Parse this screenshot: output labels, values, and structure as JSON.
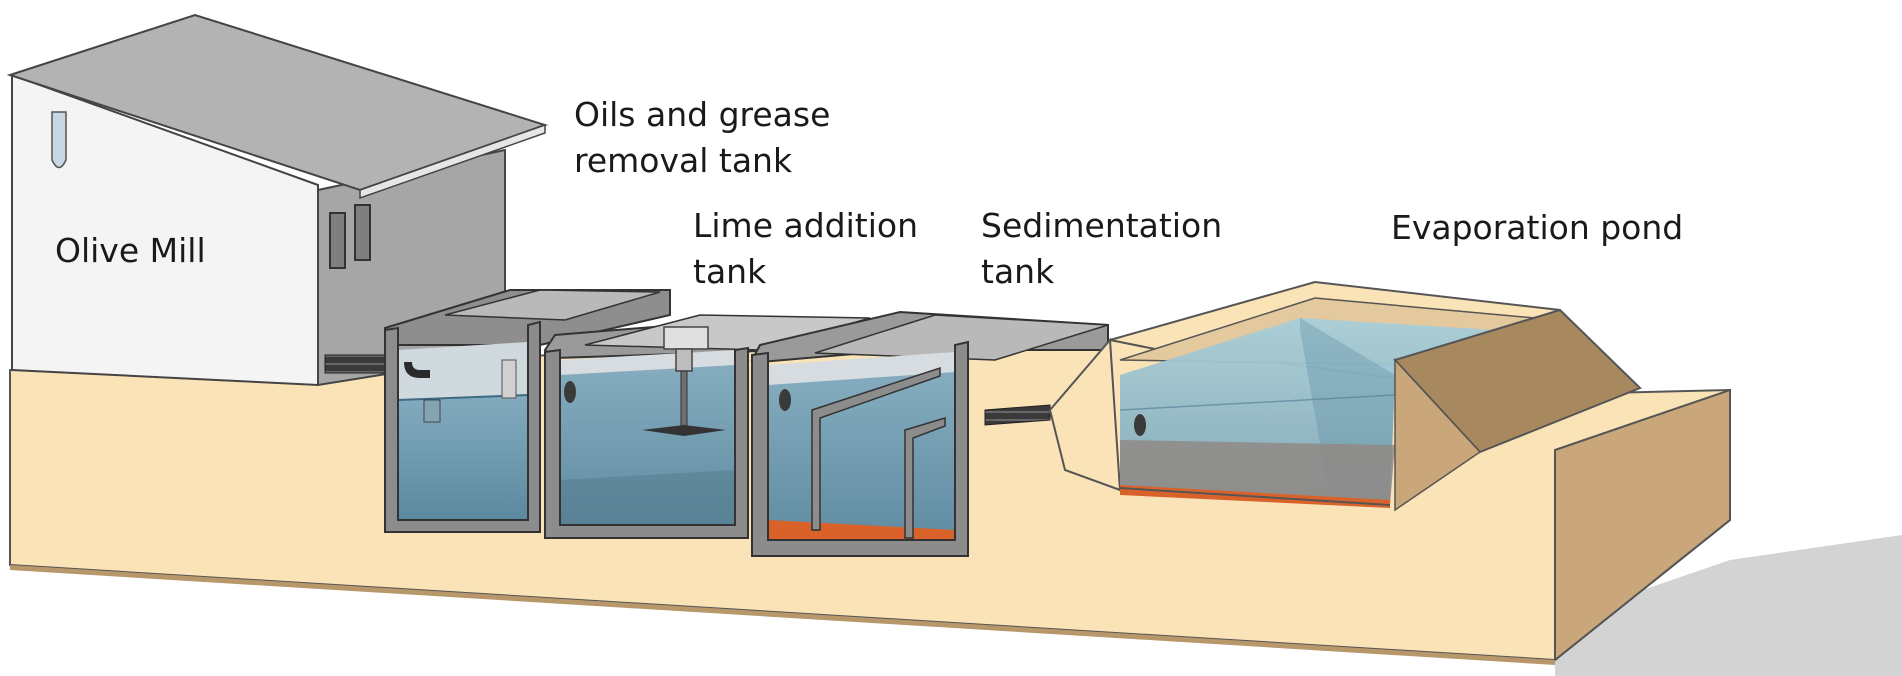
{
  "labels": {
    "olive_mill": "Olive Mill",
    "oils_grease_line1": "Oils and grease",
    "oils_grease_line2": "removal tank",
    "lime_line1": "Lime addition",
    "lime_line2": "tank",
    "sedimentation_line1": "Sedimentation",
    "sedimentation_line2": "tank",
    "evaporation": "Evaporation pond"
  },
  "colors": {
    "ground_top": "#fbe3b8",
    "ground_side": "#c9a77a",
    "wall": "#8c8c8c",
    "water": "#5f8ea6",
    "sludge": "#d9622b",
    "building": "#f2f2f2",
    "roof": "#a9a9a9"
  }
}
